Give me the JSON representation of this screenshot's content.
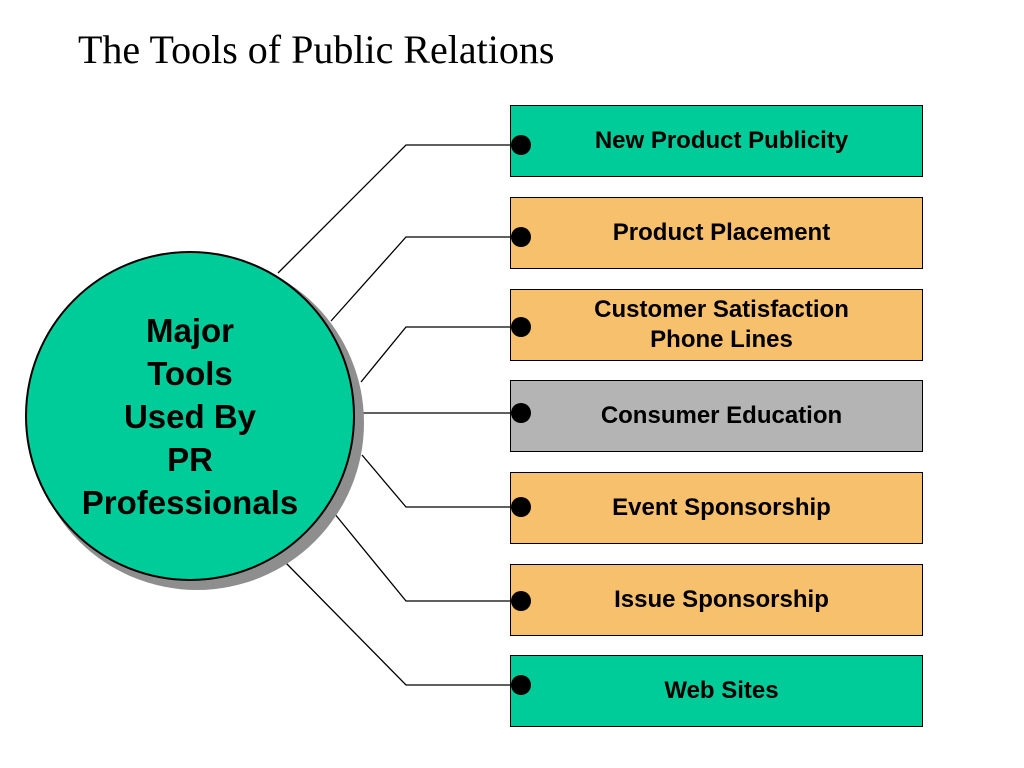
{
  "slide": {
    "title": "The Tools of Public Relations"
  },
  "hub": {
    "label": "Major\nTools\nUsed By\nPR\nProfessionals",
    "color": "#00cc99",
    "shadow_color": "#8e8e8e"
  },
  "tools": [
    {
      "label": "New Product Publicity",
      "color": "#00cc99"
    },
    {
      "label": "Product Placement",
      "color": "#f7c06c"
    },
    {
      "label": "Customer Satisfaction\nPhone Lines",
      "color": "#f7c06c"
    },
    {
      "label": "Consumer Education",
      "color": "#b4b4b4"
    },
    {
      "label": "Event Sponsorship",
      "color": "#f7c06c"
    },
    {
      "label": "Issue Sponsorship",
      "color": "#f7c06c"
    },
    {
      "label": "Web Sites",
      "color": "#00cc99"
    }
  ]
}
